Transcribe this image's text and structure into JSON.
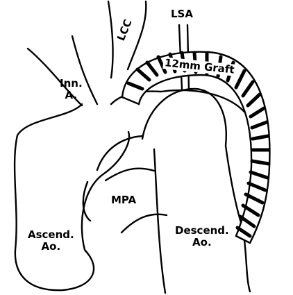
{
  "diagram": {
    "labels": {
      "lsa": "LSA",
      "lcc": "LCC",
      "graft": "12mm Graft",
      "inn_line1": "Inn.",
      "inn_line2": "A.",
      "mpa": "MPA",
      "ascend_line1": "Ascend.",
      "ascend_line2": "Ao.",
      "descend_line1": "Descend.",
      "descend_line2": "Ao."
    },
    "colors": {
      "ink": "#000000",
      "paper": "#ffffff"
    }
  }
}
